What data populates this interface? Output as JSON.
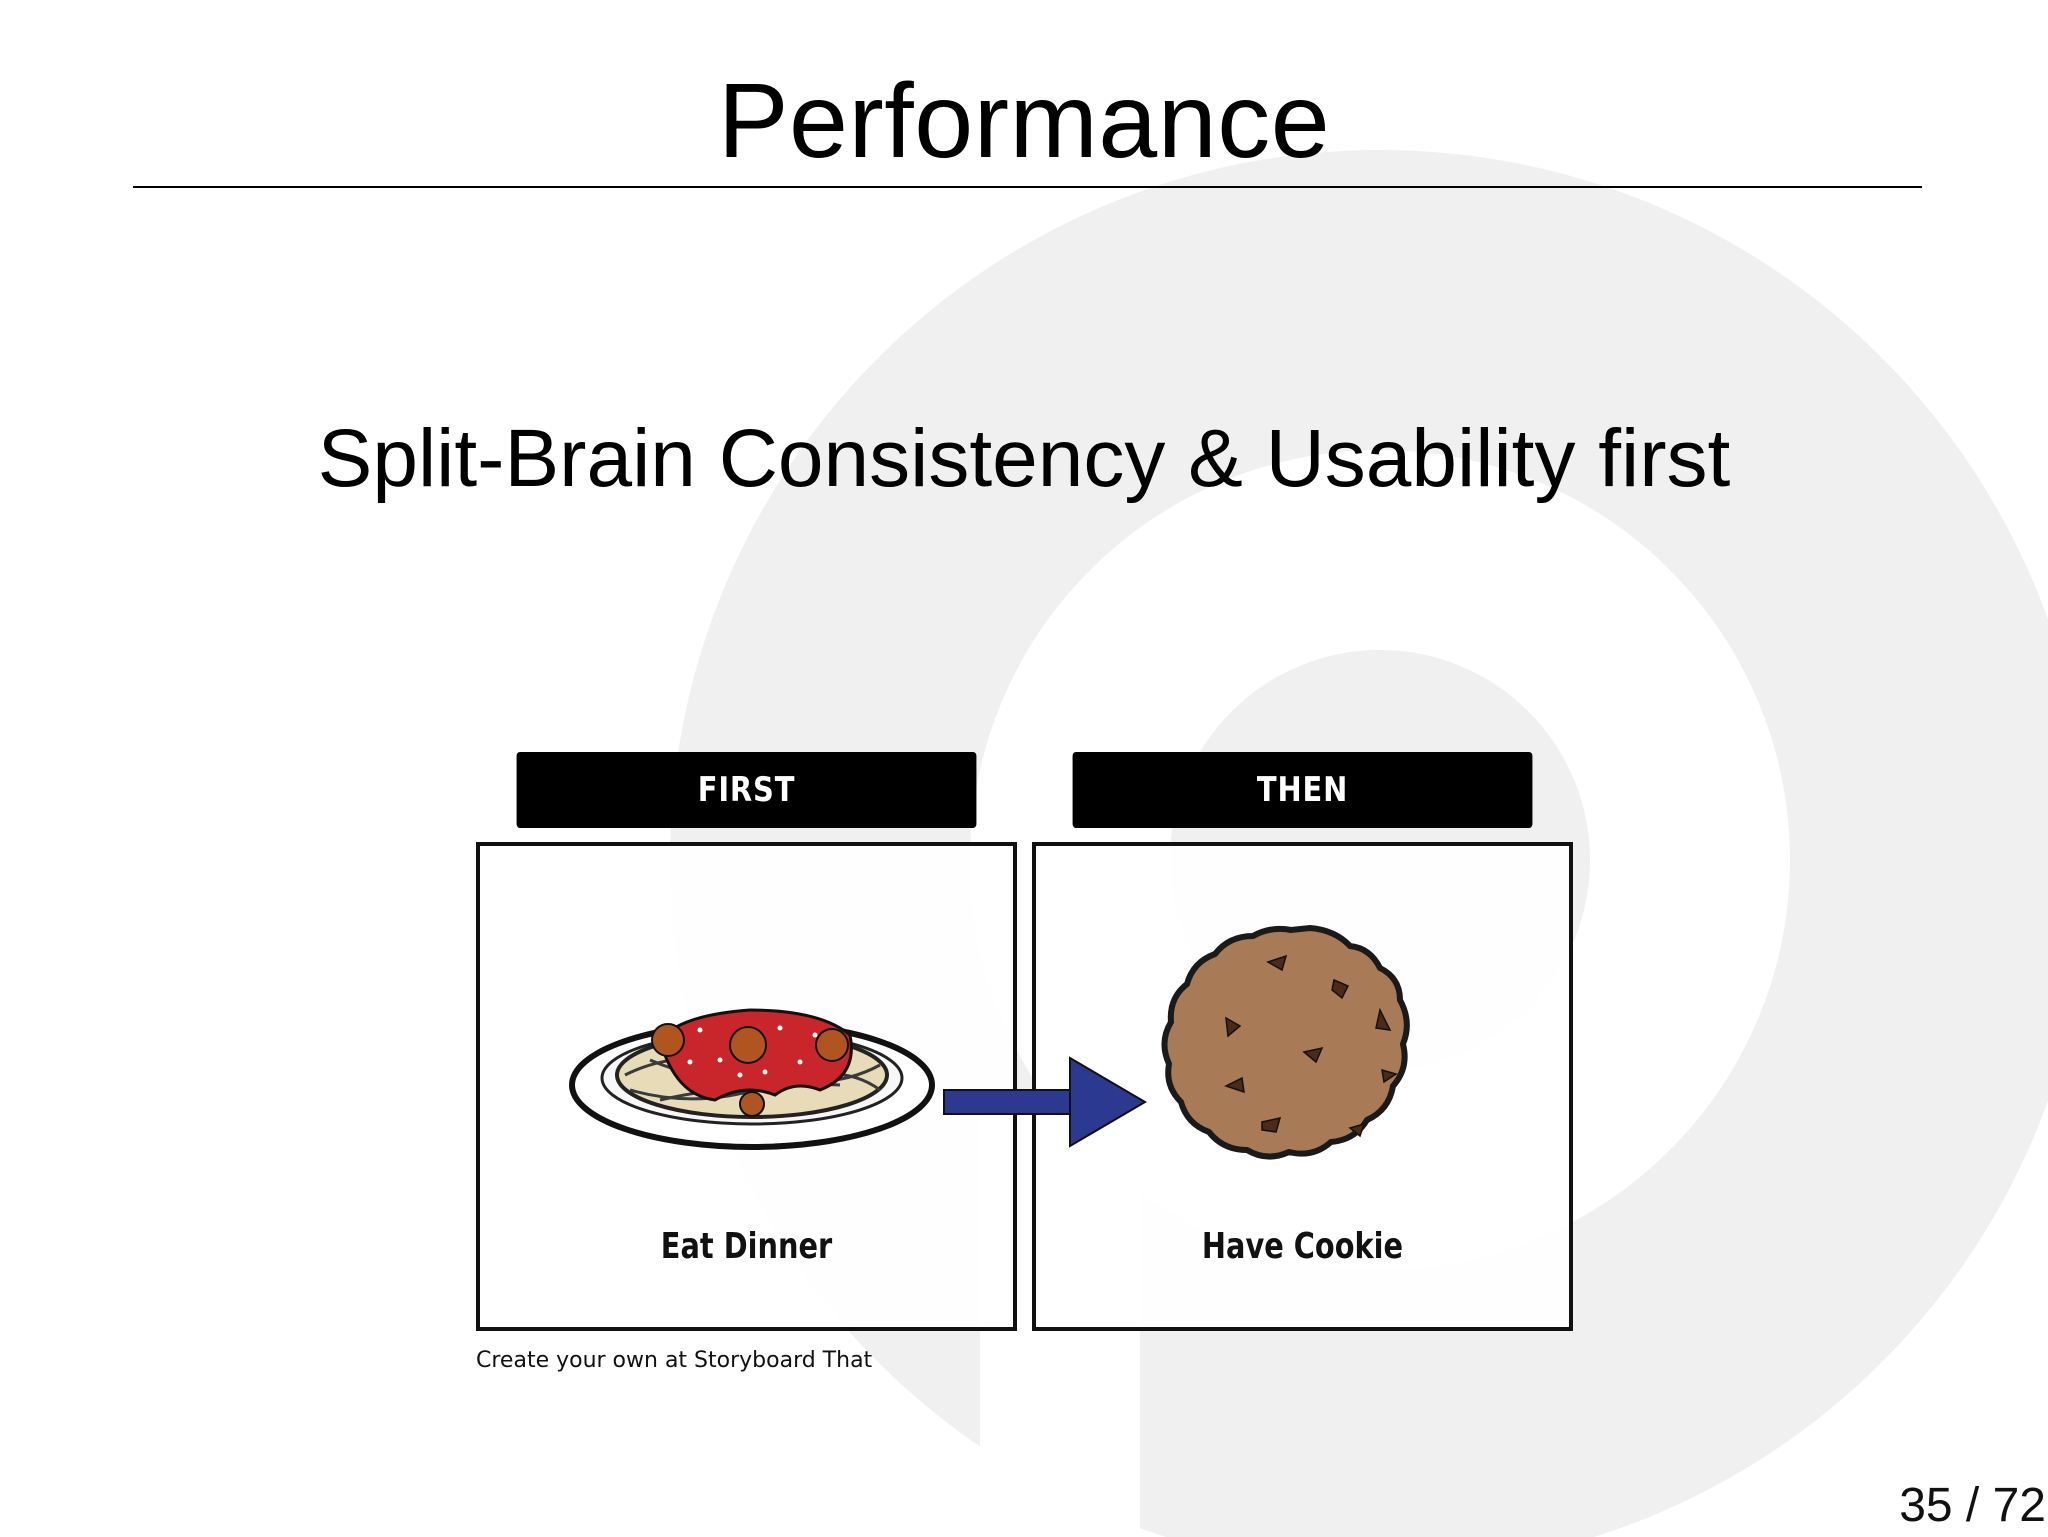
{
  "slide": {
    "title": "Performance",
    "subtitle": "Split-Brain Consistency & Usability first",
    "page_number": "35 / 72"
  },
  "storyboard": {
    "panels": [
      {
        "header": "FIRST",
        "caption": "Eat Dinner",
        "image": "spaghetti-plate"
      },
      {
        "header": "THEN",
        "caption": "Have Cookie",
        "image": "chocolate-chip-cookie"
      }
    ],
    "credit": "Create your own at Storyboard That",
    "arrow_color": "#2b3990"
  },
  "colors": {
    "background_logo": "#f0f0f1",
    "sauce": "#c8262b",
    "cookie": "#a87a55"
  }
}
